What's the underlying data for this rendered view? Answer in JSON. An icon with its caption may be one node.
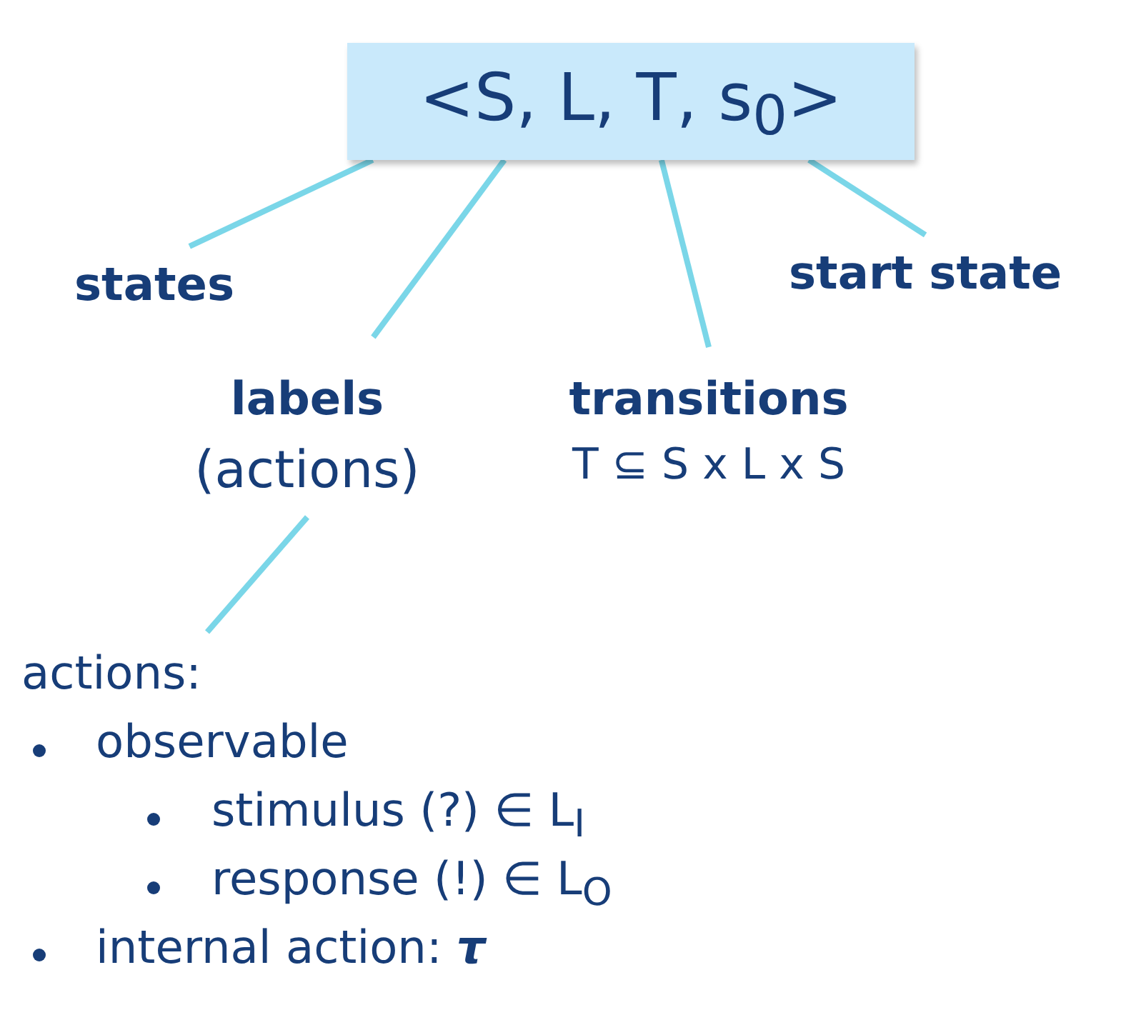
{
  "diagram": {
    "nodes": [
      {
        "text": [
          "<S, L, T, s$_{0}$>"
        ]
      },
      {
        "text": [
          "states"
        ]
      },
      {
        "text": [
          "labels",
          "(actions)"
        ]
      },
      {
        "text": [
          "transitions",
          "T ⊆ S x L x S"
        ]
      },
      {
        "text": [
          "start state"
        ]
      },
      {
        "text": [
          "actions:",
          "observable",
          "stimulus (?) ∈ L$_{I}$",
          "response (!) ∈ L$_{O}$",
          "internal action: **τ**"
        ]
      }
    ],
    "edges": [
      {
        "from": 1,
        "to": 0,
        "arrow": "none"
      },
      {
        "from": 2,
        "to": 0,
        "arrow": "none"
      },
      {
        "from": 3,
        "to": 0,
        "arrow": "none"
      },
      {
        "from": 4,
        "to": 0,
        "arrow": "none"
      },
      {
        "from": 5,
        "to": 2,
        "arrow": "none"
      }
    ]
  }
}
